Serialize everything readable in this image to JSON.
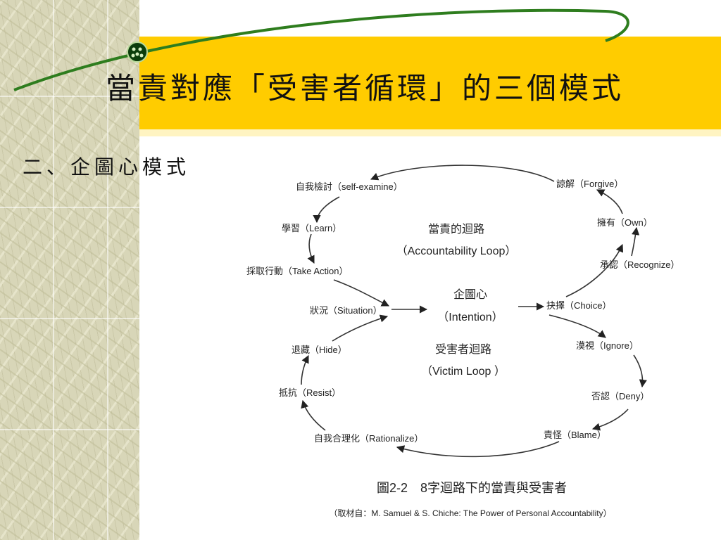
{
  "slide": {
    "title": "當責對應「受害者循環」的三個模式",
    "subtitle": "二、企圖心模式"
  },
  "colors": {
    "title_bar": "#ffcc00",
    "accent_green": "#2e7d1e",
    "side_strip": "#d8d6b8"
  },
  "diagram": {
    "nodes": {
      "self_examine": "自我檢討（self-examine）",
      "learn": "學習（Learn）",
      "take_action": "採取行動（Take Action）",
      "situation": "狀況（Situation）",
      "hide": "退藏（Hide）",
      "resist": "抵抗（Resist）",
      "rationalize": "自我合理化（Rationalize）",
      "forgive": "諒解（Forgive）",
      "own": "擁有（Own）",
      "recognize": "承認（Recognize）",
      "choice": "抉擇（Choice）",
      "ignore": "漠視（Ignore）",
      "deny": "否認（Deny）",
      "blame": "責怪（Blame）"
    },
    "accountability_loop": {
      "label_zh": "當責的迴路",
      "label_en": "（Accountability Loop）"
    },
    "intention": {
      "label_zh": "企圖心",
      "label_en": "（Intention）"
    },
    "victim_loop": {
      "label_zh": "受害者迴路",
      "label_en": "（Victim Loop ）"
    },
    "caption": "圖2-2　8字迴路下的當責與受害者",
    "source": "（取材自：M. Samuel & S. Chiche: The Power of Personal Accountability）"
  }
}
